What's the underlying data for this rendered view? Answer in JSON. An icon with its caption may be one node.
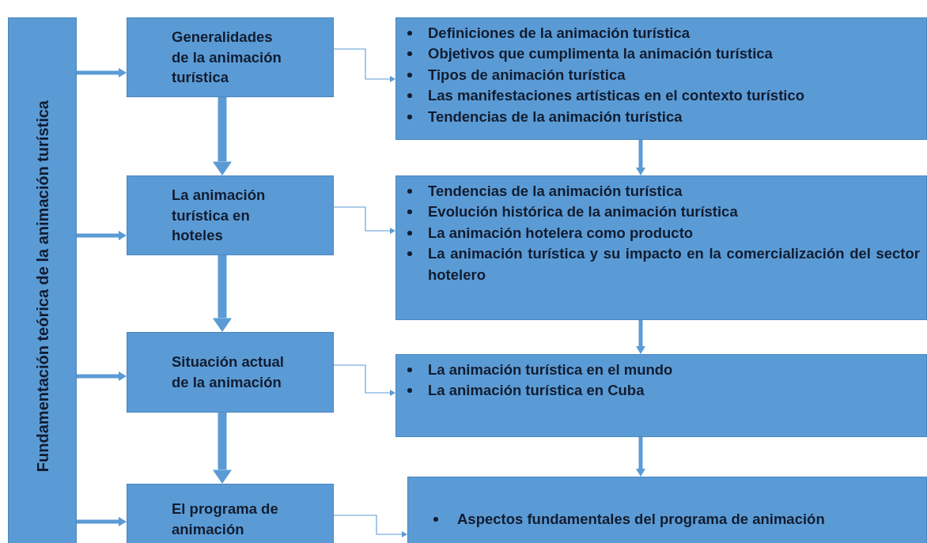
{
  "diagram": {
    "nodes": [
      {
        "text": [
          "Fundamentación teórica de la animación turística"
        ]
      },
      {
        "text": [
          "Generalidades de la animación turística"
        ]
      },
      {
        "text": [
          "Definiciones de la animación turística",
          "Objetivos que cumplimenta la animación turística",
          "Tipos de animación turística",
          "Las manifestaciones artísticas en el contexto turístico",
          "Tendencias de la animación turística"
        ]
      },
      {
        "text": [
          "La animación turística en hoteles"
        ]
      },
      {
        "text": [
          "Tendencias de la animación turística",
          "Evolución histórica de la animación turística",
          "La animación hotelera como producto",
          "La animación turística y su impacto en la comercialización del sector hotelero"
        ]
      },
      {
        "text": [
          "Situación actual de la animación"
        ]
      },
      {
        "text": [
          "La animación turística en el mundo",
          "La animación turística en Cuba"
        ]
      },
      {
        "text": [
          "El programa de animación"
        ]
      },
      {
        "text": [
          "Aspectos fundamentales del programa de animación"
        ]
      }
    ],
    "edges": [
      {
        "from": 0,
        "to": 1,
        "arrow": "to"
      },
      {
        "from": 0,
        "to": 3,
        "arrow": "to"
      },
      {
        "from": 0,
        "to": 5,
        "arrow": "to"
      },
      {
        "from": 0,
        "to": 7,
        "arrow": "to"
      },
      {
        "from": 1,
        "to": 3,
        "arrow": "to",
        "style": "thick"
      },
      {
        "from": 3,
        "to": 5,
        "arrow": "to",
        "style": "thick"
      },
      {
        "from": 5,
        "to": 7,
        "arrow": "to",
        "style": "thick"
      },
      {
        "from": 1,
        "to": 2,
        "arrow": "to"
      },
      {
        "from": 3,
        "to": 4,
        "arrow": "to"
      },
      {
        "from": 5,
        "to": 6,
        "arrow": "to"
      },
      {
        "from": 7,
        "to": 8,
        "arrow": "to"
      },
      {
        "from": 2,
        "to": 4,
        "arrow": "to"
      },
      {
        "from": 4,
        "to": 6,
        "arrow": "to"
      },
      {
        "from": 6,
        "to": 8,
        "arrow": "to"
      }
    ]
  }
}
